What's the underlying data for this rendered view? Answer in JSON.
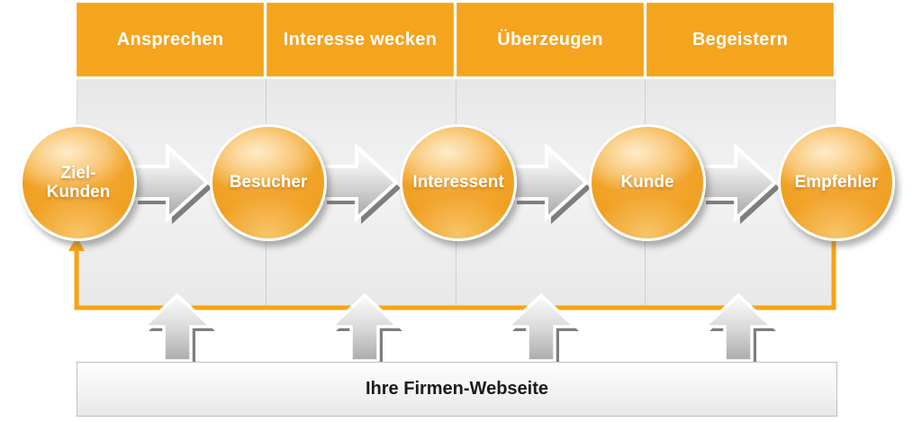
{
  "colors": {
    "stage-orange": "#F5A41E",
    "loop-orange": "#F9A312",
    "circle-base": "#F2A52F",
    "circle-deep": "#EE9C15",
    "circle-glow": "#F7C468",
    "arrow-gray-light": "#FFFFFF",
    "arrow-gray-dark": "#A6A6A6",
    "arrow-shadow": "#7E7E7E",
    "panel-gray": "#ECECEC"
  },
  "stages": [
    {
      "label": "Ansprechen"
    },
    {
      "label": "Interesse wecken"
    },
    {
      "label": "Überzeugen"
    },
    {
      "label": "Begeistern"
    }
  ],
  "funnel_nodes": [
    {
      "label": "Ziel-\nKunden"
    },
    {
      "label": "Besucher"
    },
    {
      "label": "Interessent"
    },
    {
      "label": "Kunde"
    },
    {
      "label": "Empfehler"
    }
  ],
  "icons": {
    "flow_arrow": "right-block-arrow",
    "input_arrow": "up-block-arrow",
    "feedback_loop": "orange-feedback-loop-arrow"
  },
  "footer": {
    "label": "Ihre Firmen-Webseite"
  }
}
